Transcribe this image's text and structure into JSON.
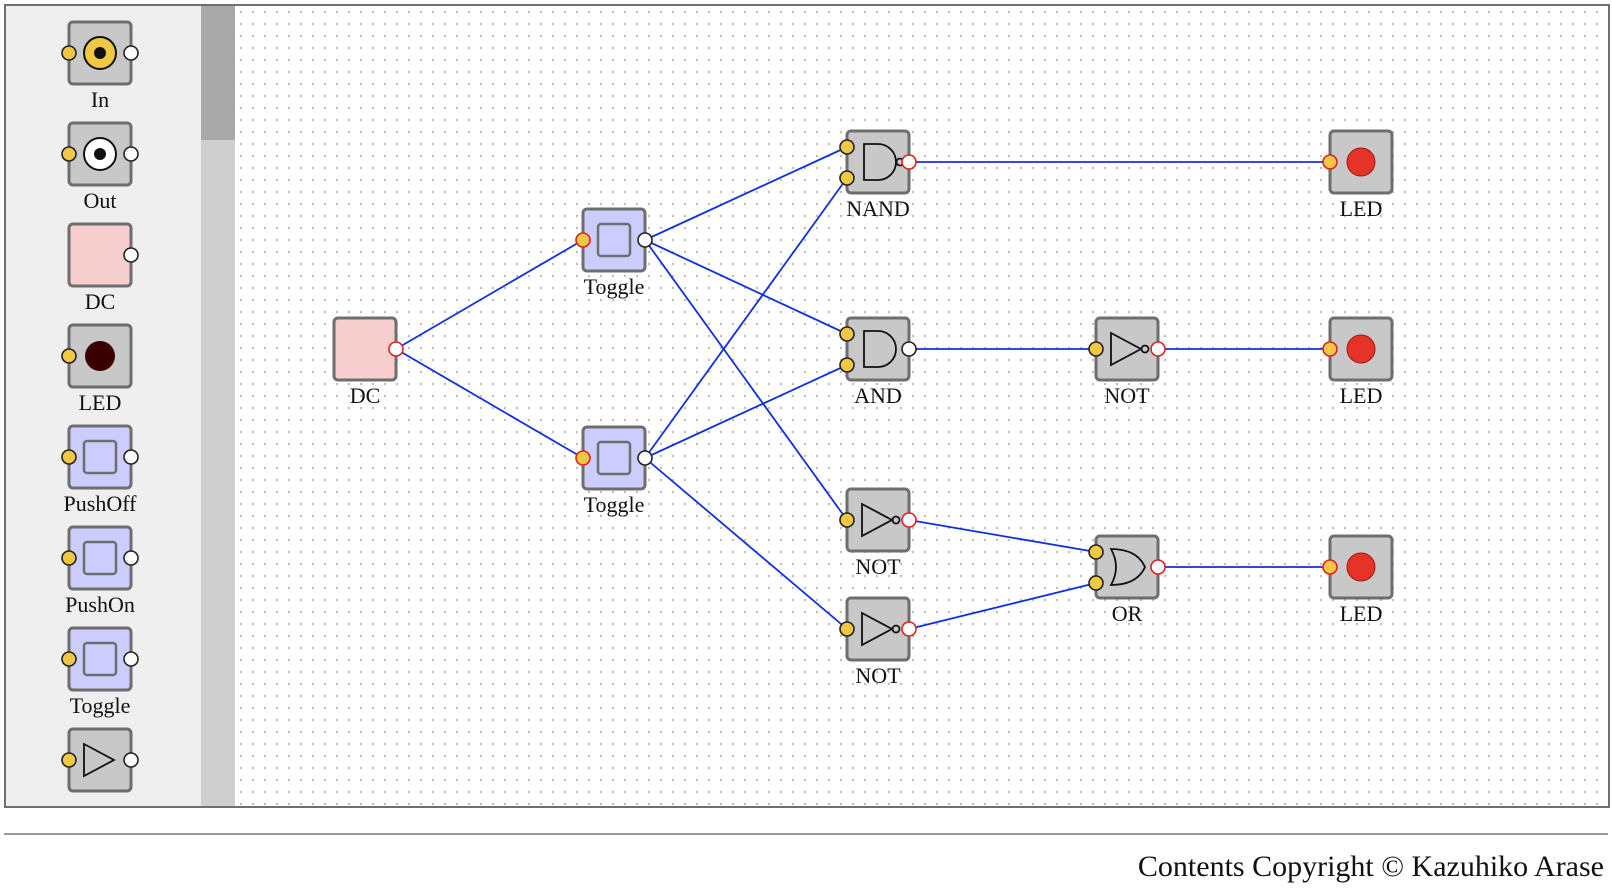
{
  "palette": {
    "items": [
      {
        "label": "In",
        "icon": "input-icon"
      },
      {
        "label": "Out",
        "icon": "output-icon"
      },
      {
        "label": "DC",
        "icon": "dc-source-icon"
      },
      {
        "label": "LED",
        "icon": "led-off-icon"
      },
      {
        "label": "PushOff",
        "icon": "pushoff-switch-icon"
      },
      {
        "label": "PushOn",
        "icon": "pushon-switch-icon"
      },
      {
        "label": "Toggle",
        "icon": "toggle-switch-icon"
      },
      {
        "label": "",
        "icon": "buffer-gate-icon"
      }
    ]
  },
  "circuit": {
    "components": [
      {
        "id": "dc",
        "type": "DC",
        "label": "DC"
      },
      {
        "id": "toggle1",
        "type": "Toggle",
        "label": "Toggle"
      },
      {
        "id": "toggle2",
        "type": "Toggle",
        "label": "Toggle"
      },
      {
        "id": "nand1",
        "type": "NAND",
        "label": "NAND"
      },
      {
        "id": "and1",
        "type": "AND",
        "label": "AND"
      },
      {
        "id": "not1",
        "type": "NOT",
        "label": "NOT"
      },
      {
        "id": "not2",
        "type": "NOT",
        "label": "NOT"
      },
      {
        "id": "not3",
        "type": "NOT",
        "label": "NOT"
      },
      {
        "id": "or1",
        "type": "OR",
        "label": "OR"
      },
      {
        "id": "led1",
        "type": "LED",
        "label": "LED"
      },
      {
        "id": "led2",
        "type": "LED",
        "label": "LED"
      },
      {
        "id": "led3",
        "type": "LED",
        "label": "LED"
      }
    ],
    "wires": [
      {
        "from": "dc.out",
        "to": "toggle1.in"
      },
      {
        "from": "dc.out",
        "to": "toggle2.in"
      },
      {
        "from": "toggle1.out",
        "to": "nand1.in1"
      },
      {
        "from": "toggle1.out",
        "to": "and1.in1"
      },
      {
        "from": "toggle1.out",
        "to": "not2.in"
      },
      {
        "from": "toggle2.out",
        "to": "nand1.in2"
      },
      {
        "from": "toggle2.out",
        "to": "and1.in2"
      },
      {
        "from": "toggle2.out",
        "to": "not3.in"
      },
      {
        "from": "nand1.out",
        "to": "led1.in"
      },
      {
        "from": "and1.out",
        "to": "not1.in"
      },
      {
        "from": "not1.out",
        "to": "led2.in"
      },
      {
        "from": "not2.out",
        "to": "or1.in1"
      },
      {
        "from": "not3.out",
        "to": "or1.in2"
      },
      {
        "from": "or1.out",
        "to": "led3.in"
      }
    ]
  },
  "colors": {
    "wire": "#1030e0",
    "pin_input": "#f2c744",
    "pin_active_ring": "#e02020",
    "gate_body": "#c8c8c8",
    "switch_body": "#ccccff",
    "dc_body": "#f7cece",
    "led_on": "#e53328",
    "led_off": "#3a0000"
  },
  "footer": {
    "copyright": "Contents Copyright © Kazuhiko Arase"
  }
}
